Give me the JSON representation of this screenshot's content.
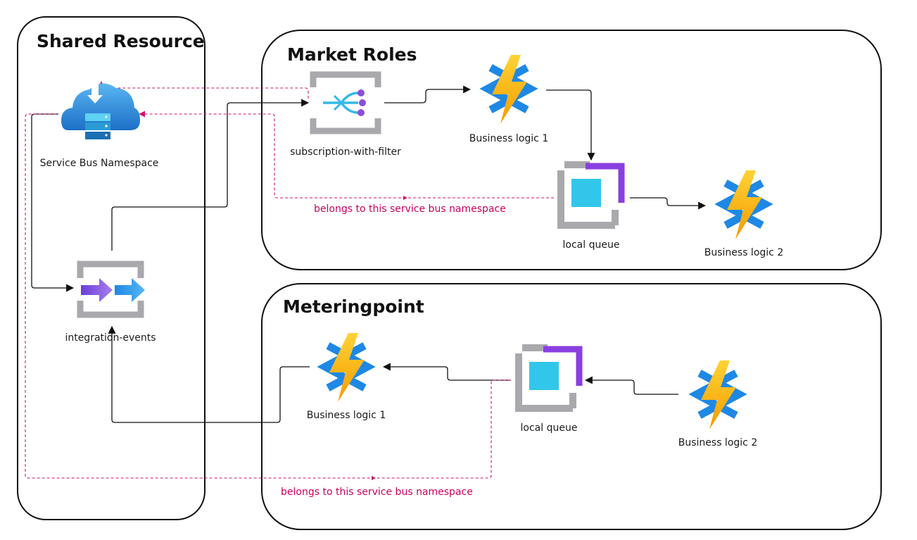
{
  "groups": {
    "shared": {
      "title": "Shared Resource"
    },
    "market_roles": {
      "title": "Market Roles"
    },
    "meteringpoint": {
      "title": "Meteringpoint"
    }
  },
  "nodes": {
    "service_bus_namespace": {
      "label": "Service Bus Namespace",
      "icon": "service-bus-namespace-icon"
    },
    "integration_events": {
      "label": "integration-events",
      "icon": "topic-icon"
    },
    "subscription_with_filter": {
      "label": "subscription-with-filter",
      "icon": "subscription-icon"
    },
    "mr_business_logic_1": {
      "label": "Business logic 1",
      "icon": "function-icon"
    },
    "mr_local_queue": {
      "label": "local queue",
      "icon": "queue-icon"
    },
    "mr_business_logic_2": {
      "label": "Business logic 2",
      "icon": "function-icon"
    },
    "mp_business_logic_1": {
      "label": "Business logic 1",
      "icon": "function-icon"
    },
    "mp_local_queue": {
      "label": "local queue",
      "icon": "queue-icon"
    },
    "mp_business_logic_2": {
      "label": "Business logic 2",
      "icon": "function-icon"
    }
  },
  "edge_labels": {
    "market_roles_membership": "belongs to this service bus namespace",
    "meteringpoint_membership": "belongs to this service bus namespace"
  },
  "colors": {
    "edge": "#111111",
    "membership_edge": "#d4116e",
    "membership_text": "#c8005a",
    "group_border": "#111111"
  }
}
